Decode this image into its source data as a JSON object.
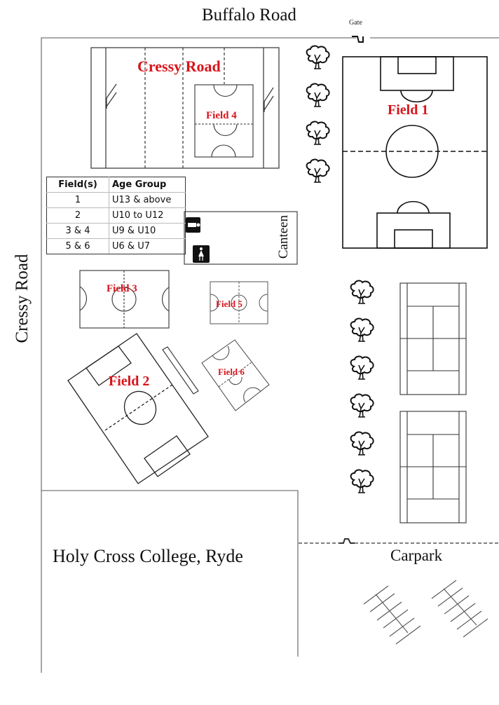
{
  "roads": {
    "north": "Buffalo Road",
    "west": "Cressy Road",
    "field_area_label": "Cressy Road"
  },
  "gates": {
    "top_gate_label": "Gate"
  },
  "fields": [
    {
      "id": 1,
      "label": "Field 1"
    },
    {
      "id": 2,
      "label": "Field 2"
    },
    {
      "id": 3,
      "label": "Field 3"
    },
    {
      "id": 4,
      "label": "Field 4"
    },
    {
      "id": 5,
      "label": "Field 5"
    },
    {
      "id": 6,
      "label": "Field 6"
    }
  ],
  "legend": {
    "headers": [
      "Field(s)",
      "Age Group"
    ],
    "rows": [
      {
        "fields": "1",
        "age_group": "U13 & above"
      },
      {
        "fields": "2",
        "age_group": "U10 to U12"
      },
      {
        "fields": "3 & 4",
        "age_group": "U9 & U10"
      },
      {
        "fields": "5 & 6",
        "age_group": "U6 & U7"
      }
    ]
  },
  "amenities": {
    "canteen_label": "Canteen",
    "icons": [
      "male-toilet-icon",
      "female-toilet-icon"
    ]
  },
  "school": {
    "label": "Holy Cross College, Ryde"
  },
  "carpark": {
    "label": "Carpark"
  },
  "trees": {
    "count_top": 4,
    "count_bottom": 6,
    "icon": "tree-icon"
  },
  "tennis_courts": {
    "count": 2
  },
  "colors": {
    "field_label": "#d8141c",
    "line": "#222222",
    "boundary": "#777777"
  }
}
